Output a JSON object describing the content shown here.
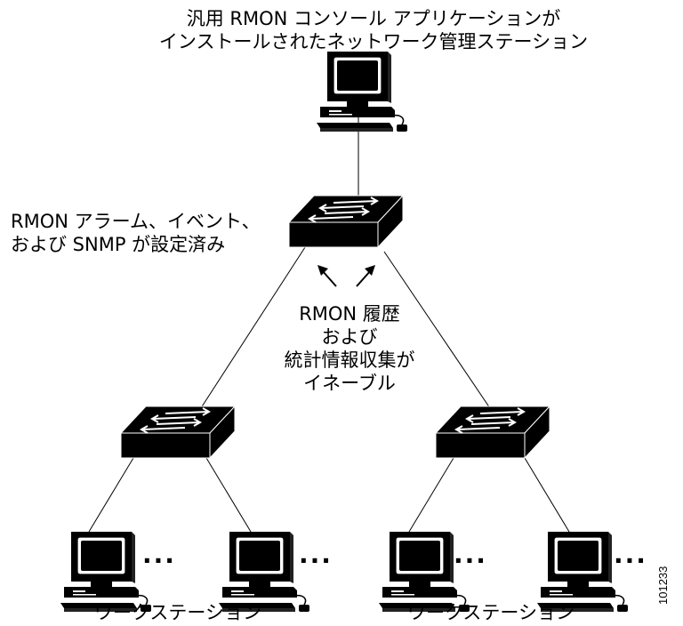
{
  "mgmt_station": {
    "line1": "汎用 RMON コンソール アプリケーションが",
    "line2": "インストールされたネットワーク管理ステーション"
  },
  "switch_config": {
    "line1": "RMON アラーム、イベント、",
    "line2": "および SNMP が設定済み"
  },
  "rmon_history": {
    "line1": "RMON 履歴",
    "line2": "および",
    "line3": "統計情報収集が",
    "line4": "イネーブル"
  },
  "workstations_left": "ワークステーション",
  "workstations_right": "ワークステーション",
  "ellipsis": "...",
  "figure_id": "101233"
}
